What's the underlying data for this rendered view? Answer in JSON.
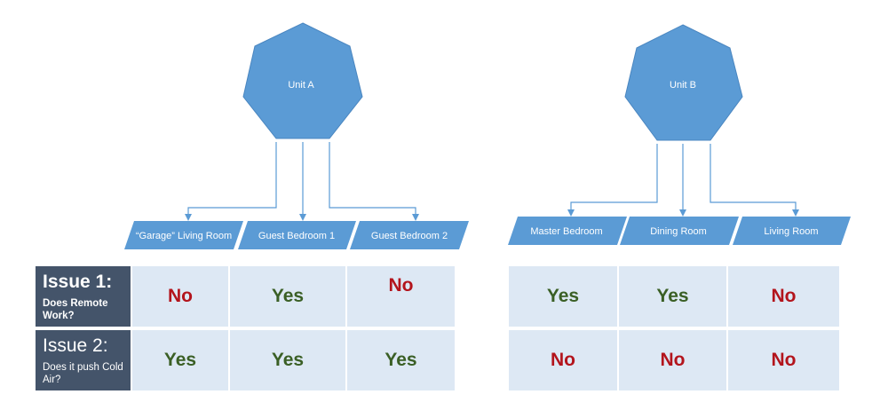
{
  "units": [
    {
      "label": "Unit A",
      "rooms": [
        "“Garage” Living Room",
        "Guest Bedroom 1",
        "Guest Bedroom 2"
      ]
    },
    {
      "label": "Unit B",
      "rooms": [
        "Master Bedroom",
        "Dining Room",
        "Living Room"
      ]
    }
  ],
  "issues": [
    {
      "title": "Issue 1:",
      "question": "Does Remote Work?"
    },
    {
      "title": "Issue 2:",
      "question": "Does it push Cold Air?"
    }
  ],
  "results": {
    "unit_a": [
      [
        "No",
        "Yes",
        "No"
      ],
      [
        "Yes",
        "Yes",
        "Yes"
      ]
    ],
    "unit_b": [
      [
        "Yes",
        "Yes",
        "No"
      ],
      [
        "No",
        "No",
        "No"
      ]
    ]
  },
  "colors": {
    "shape_fill": "#5b9bd5",
    "shape_stroke": "#4a86c0",
    "cell_bg": "#dde8f4",
    "header_bg": "#44546a",
    "yes": "#3a5f25",
    "no": "#b3141c"
  }
}
